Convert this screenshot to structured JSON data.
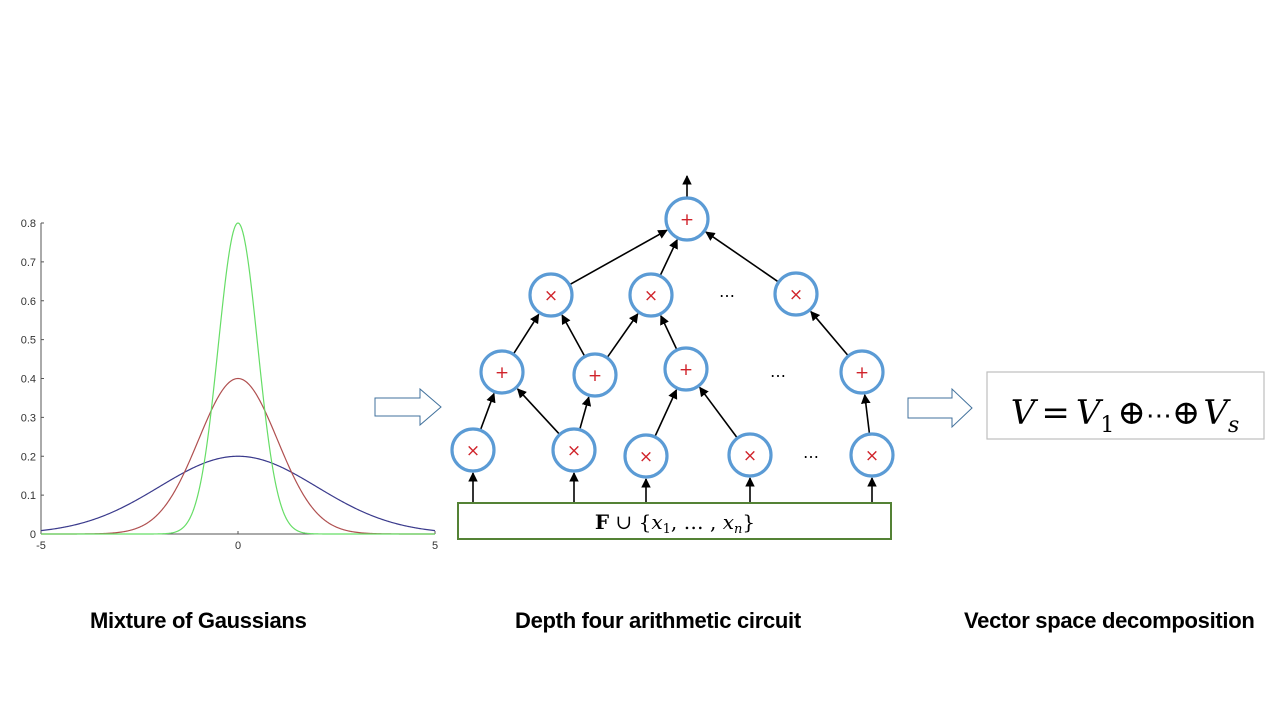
{
  "captions": {
    "left": "Mixture of Gaussians",
    "middle": "Depth four arithmetic circuit",
    "right": "Vector space decomposition"
  },
  "chart_data": {
    "type": "line",
    "title": "",
    "xlabel": "",
    "ylabel": "",
    "xlim": [
      -5,
      5
    ],
    "ylim": [
      0,
      0.8
    ],
    "xticks": [
      "-5",
      "0",
      "5"
    ],
    "xtick_values": [
      -5,
      0,
      5
    ],
    "yticks": [
      "0",
      "0.1",
      "0.2",
      "0.3",
      "0.4",
      "0.5",
      "0.6",
      "0.7",
      "0.8"
    ],
    "ytick_values": [
      0,
      0.1,
      0.2,
      0.3,
      0.4,
      0.5,
      0.6,
      0.7,
      0.8
    ],
    "grid": false,
    "legend": "none",
    "series": [
      {
        "name": "gaussian-sigma-0.5",
        "mean": 0,
        "sigma": 0.5,
        "peak": 0.8,
        "color": "#66dd66"
      },
      {
        "name": "gaussian-sigma-1",
        "mean": 0,
        "sigma": 1,
        "peak": 0.4,
        "color": "#b05050"
      },
      {
        "name": "gaussian-sigma-2",
        "mean": 0,
        "sigma": 2,
        "peak": 0.2,
        "color": "#3a3a8c"
      }
    ]
  },
  "circuit": {
    "input_label": {
      "bold": "F",
      "union": " ∪ {",
      "x": "x",
      "sub1": "1",
      "mid": ", … , ",
      "subn": "n",
      "close": "}"
    },
    "node_color": "#5b9bd5",
    "op_color": "#d0232a",
    "box_color": "#548235",
    "ops": {
      "plus": "+",
      "times": "×"
    },
    "ellipsis": "…"
  },
  "equation": {
    "lhs": "V",
    "eq": "=",
    "v1": "V",
    "sub1": "1",
    "oplus": "⊕",
    "dots": "⋯",
    "vs": "V",
    "subs": "s"
  },
  "arrows": {
    "color": "#41719c"
  }
}
